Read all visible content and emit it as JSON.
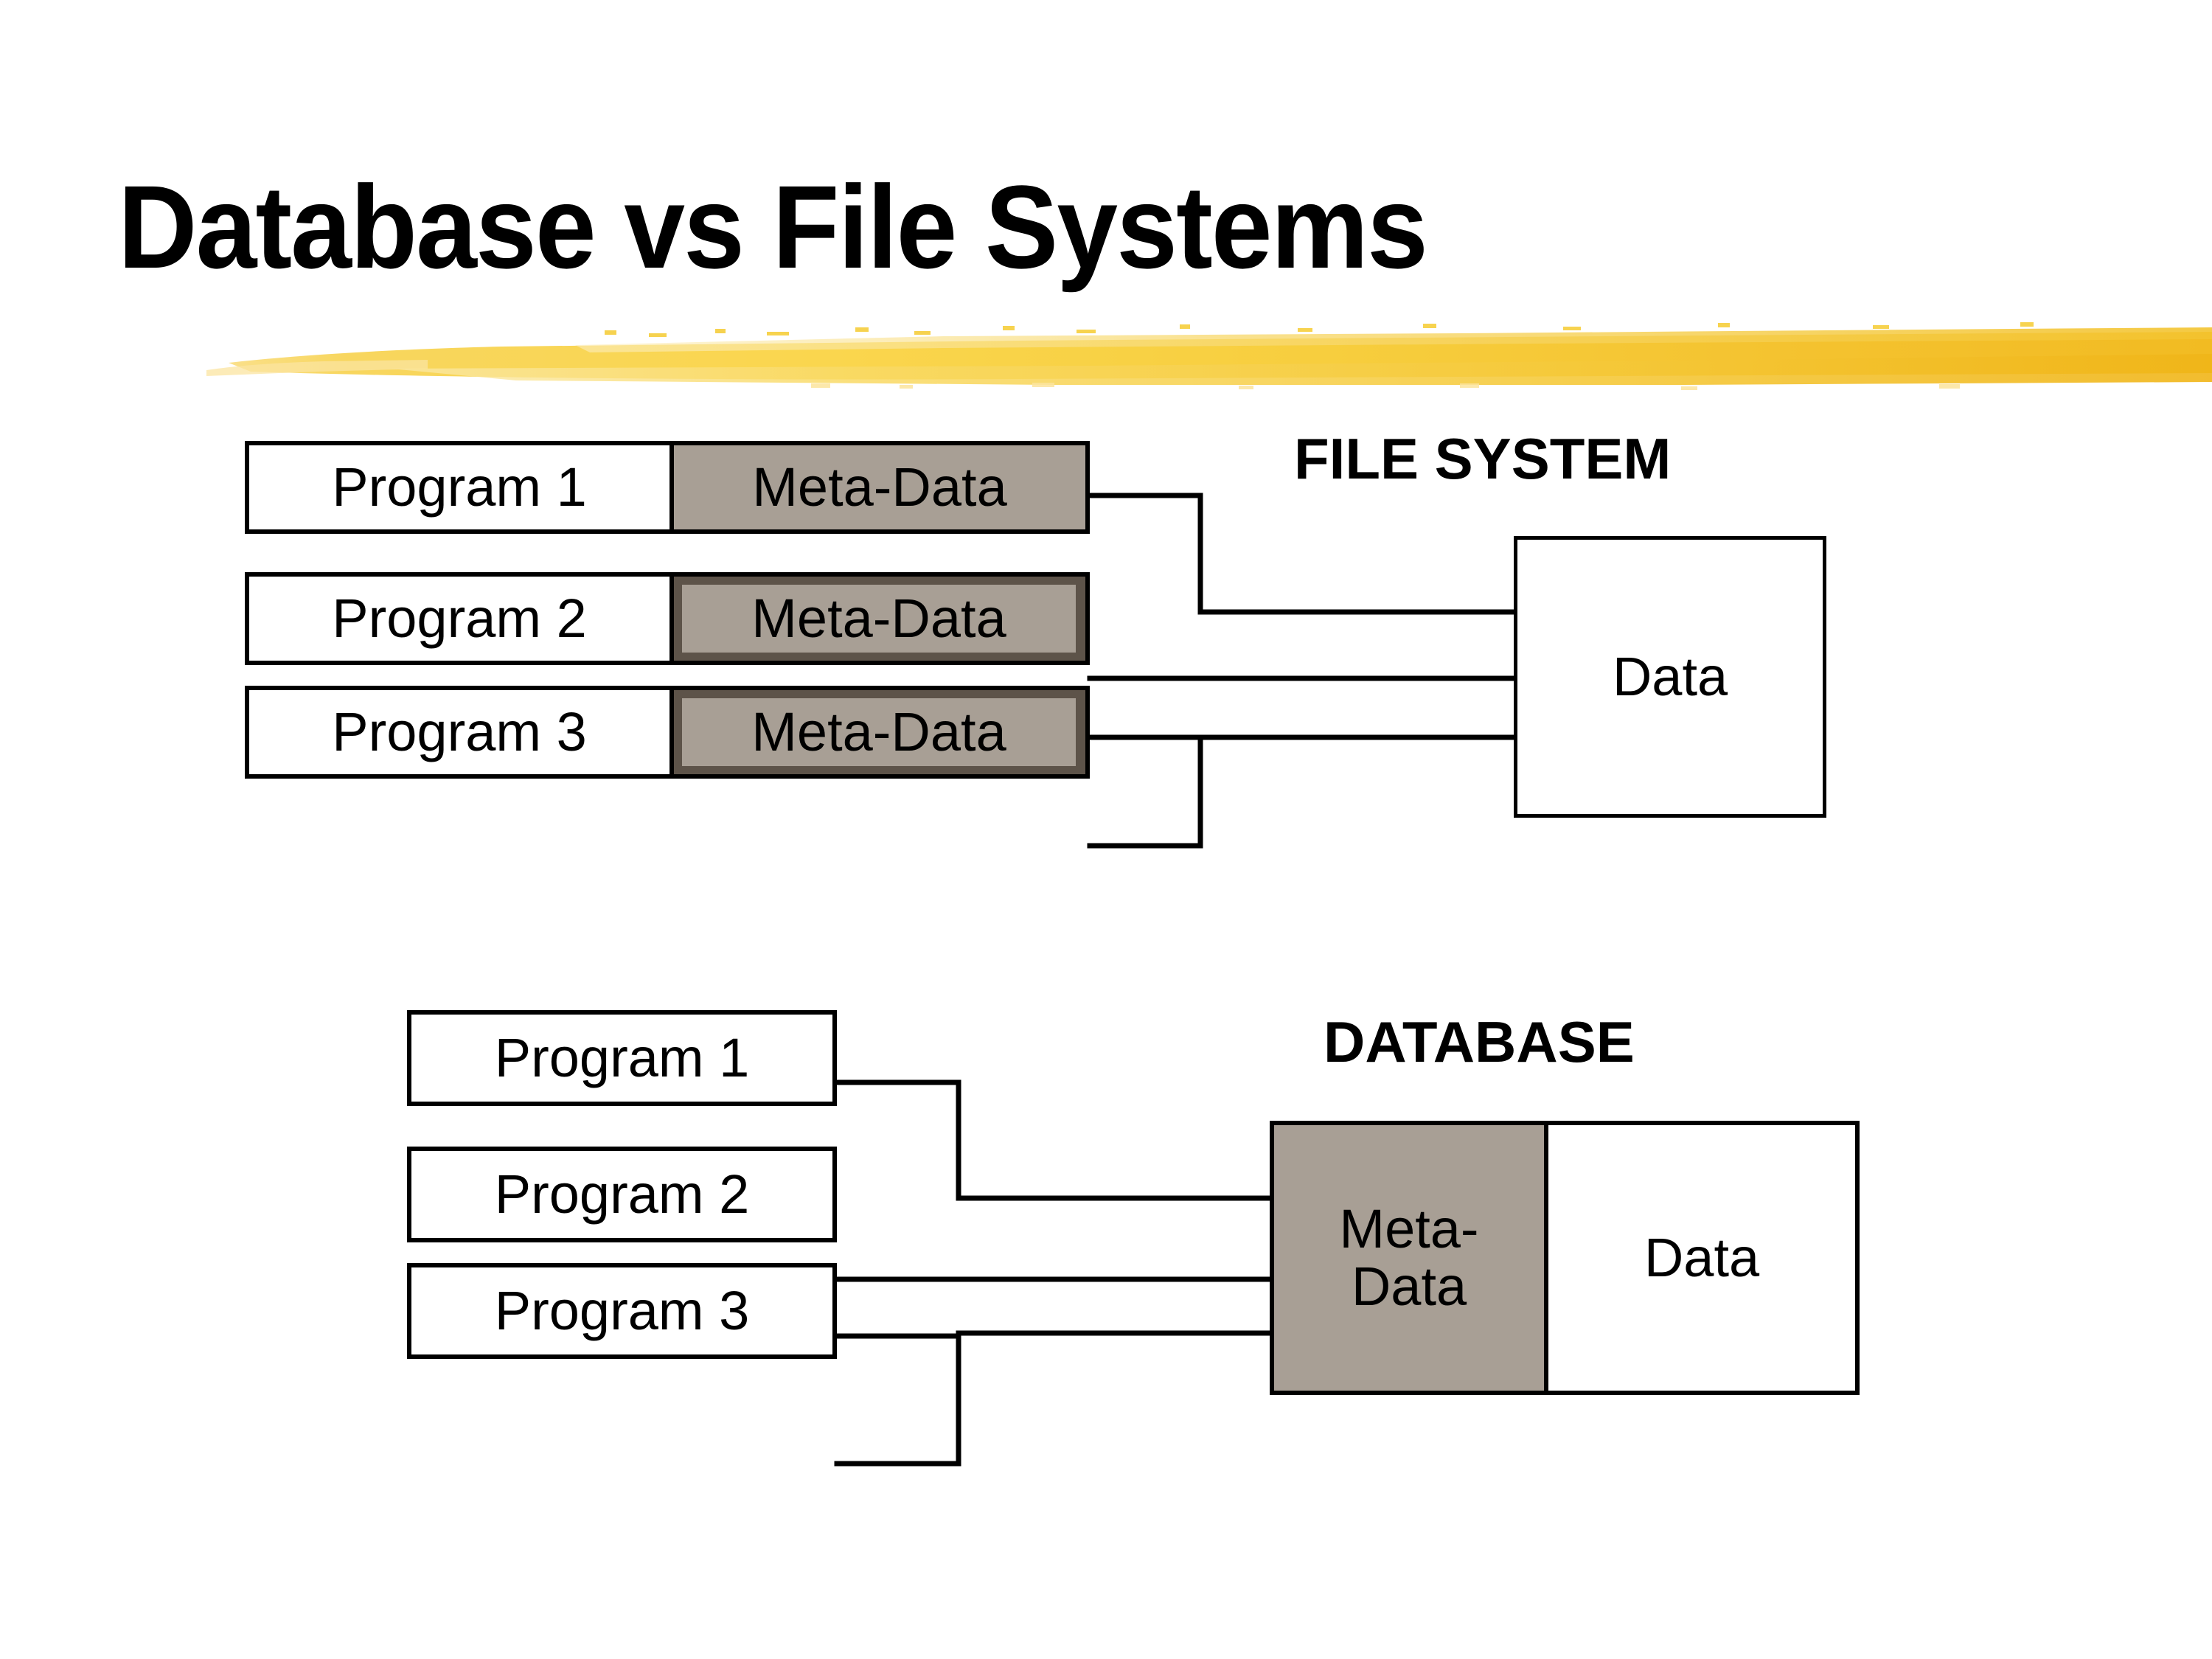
{
  "slide": {
    "title": "Database vs File Systems",
    "accent_color": "#F5CC33",
    "meta_fill_color": "#A89F95",
    "meta_border_color": "#5D5349",
    "line_color": "#000000",
    "background_color": "#FFFFFF"
  },
  "file_system": {
    "heading": "FILE SYSTEM",
    "rows": [
      {
        "program_label": "Program 1",
        "meta_label": "Meta-Data",
        "inset_border": false
      },
      {
        "program_label": "Program 2",
        "meta_label": "Meta-Data",
        "inset_border": true
      },
      {
        "program_label": "Program 3",
        "meta_label": "Meta-Data",
        "inset_border": true
      }
    ],
    "data_box_label": "Data"
  },
  "database": {
    "heading": "DATABASE",
    "programs": [
      {
        "label": "Program 1"
      },
      {
        "label": "Program 2"
      },
      {
        "label": "Program 3"
      }
    ],
    "meta_label": "Meta-\nData",
    "data_label": "Data"
  }
}
